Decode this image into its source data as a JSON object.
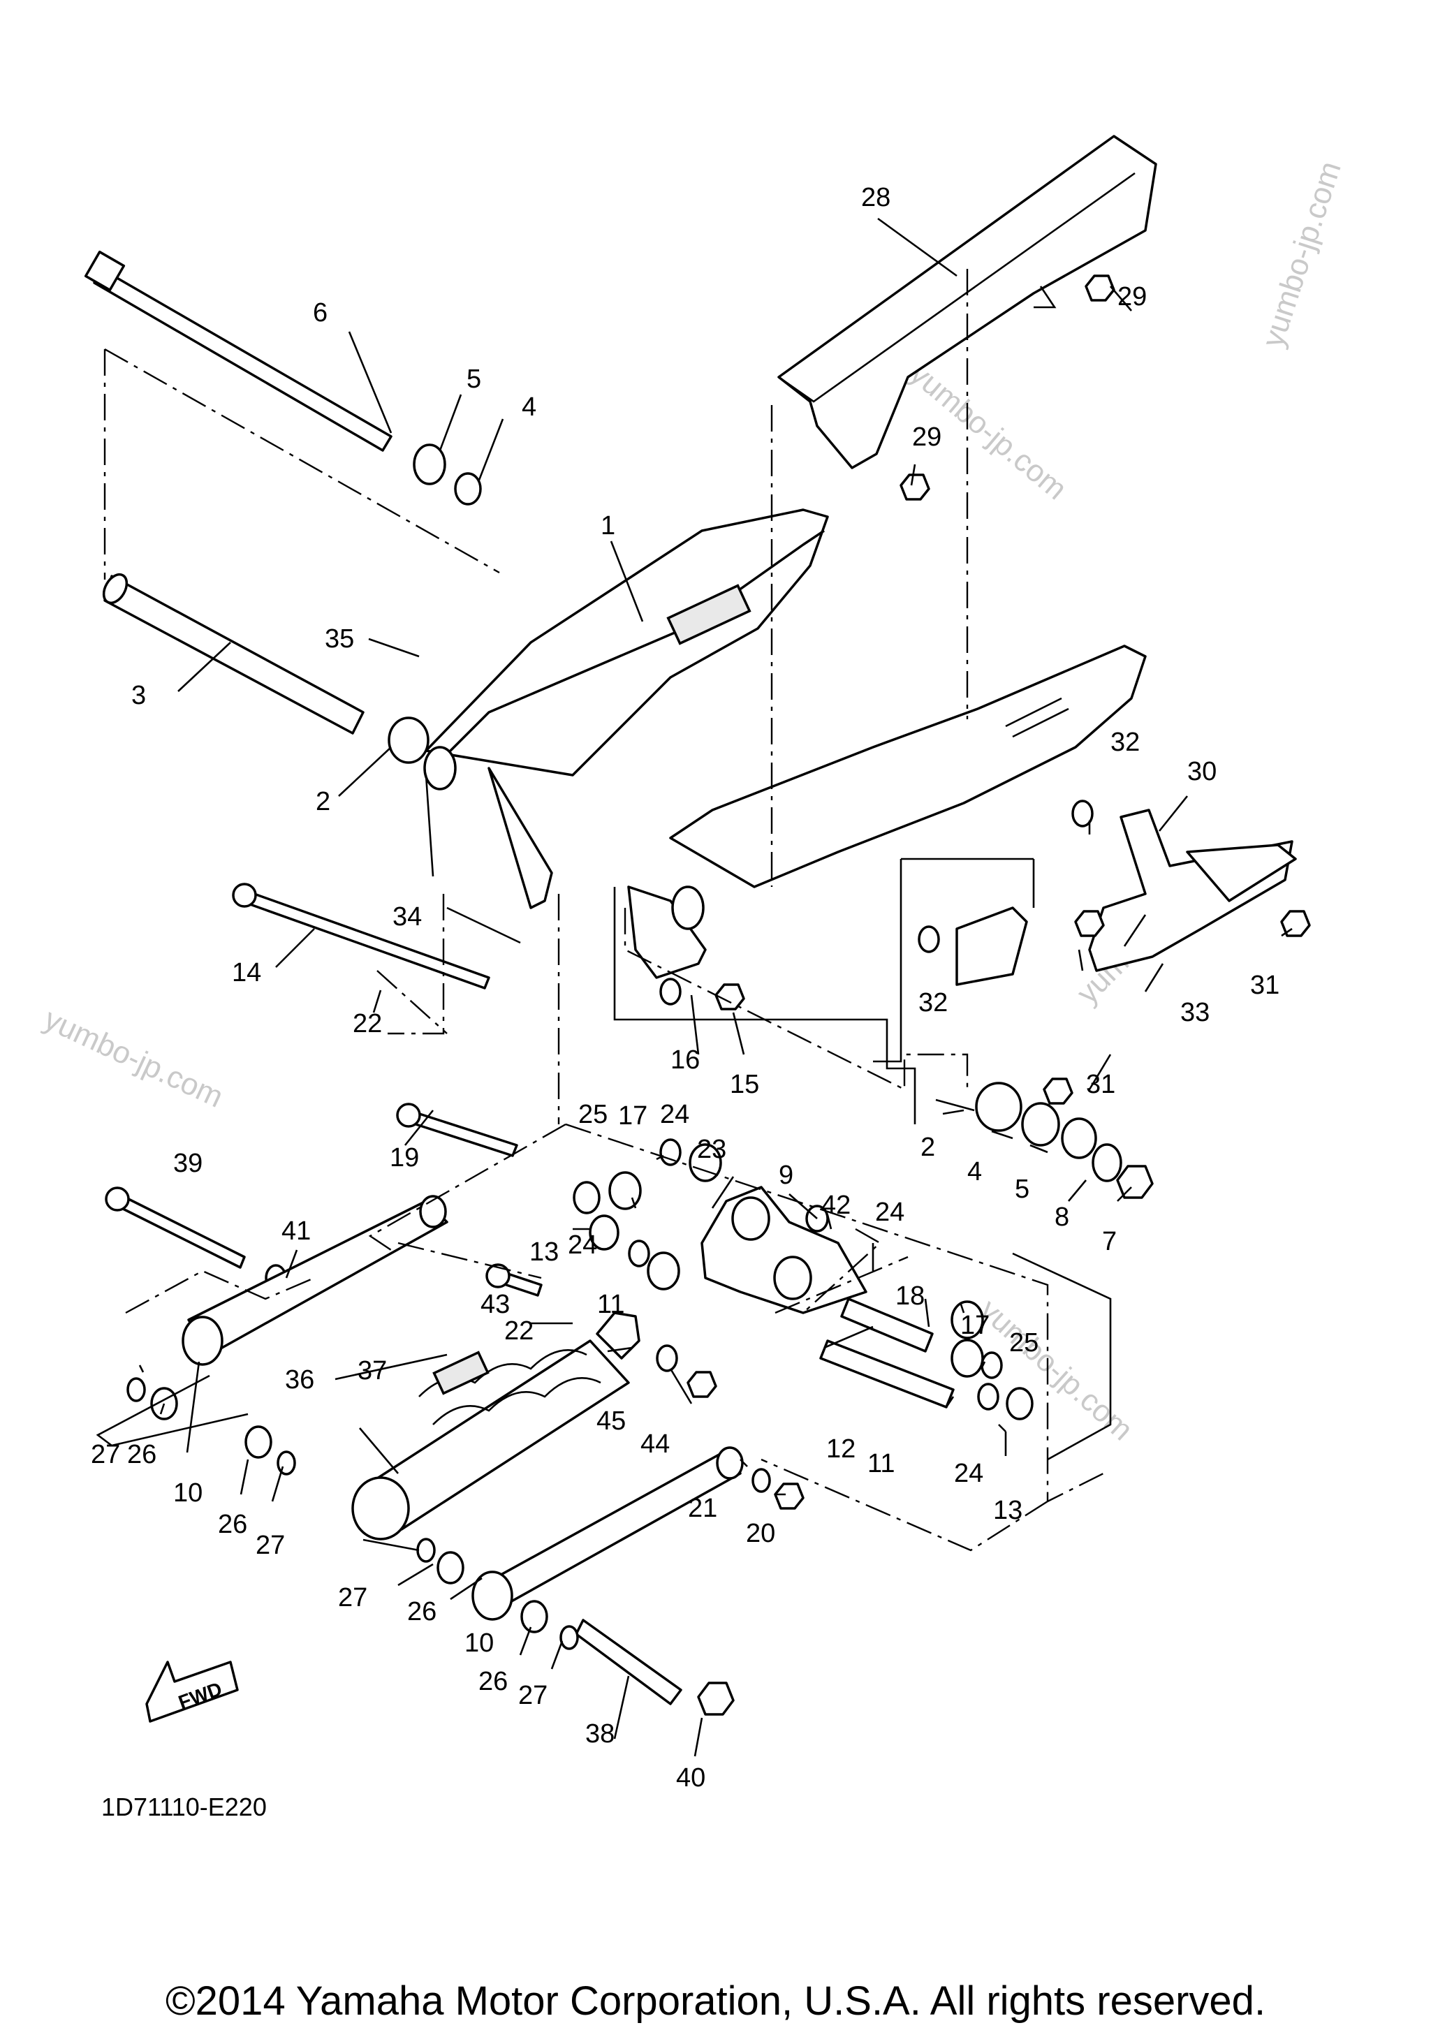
{
  "diagram": {
    "drawing_code": "1D71110-E220",
    "fwd_label": "FWD",
    "watermark": "yumbo-jp.com",
    "copyright": "©2014 Yamaha Motor Corporation, U.S.A. All rights reserved.",
    "callouts": [
      "1",
      "2",
      "2",
      "3",
      "4",
      "4",
      "5",
      "5",
      "6",
      "7",
      "8",
      "9",
      "10",
      "10",
      "11",
      "11",
      "12",
      "13",
      "13",
      "14",
      "15",
      "16",
      "17",
      "17",
      "18",
      "19",
      "20",
      "21",
      "22",
      "22",
      "23",
      "24",
      "24",
      "24",
      "24",
      "25",
      "25",
      "26",
      "26",
      "26",
      "26",
      "27",
      "27",
      "27",
      "27",
      "28",
      "29",
      "29",
      "30",
      "31",
      "31",
      "32",
      "32",
      "33",
      "34",
      "35",
      "36",
      "37",
      "38",
      "39",
      "40",
      "41",
      "42",
      "43",
      "44",
      "45"
    ]
  }
}
